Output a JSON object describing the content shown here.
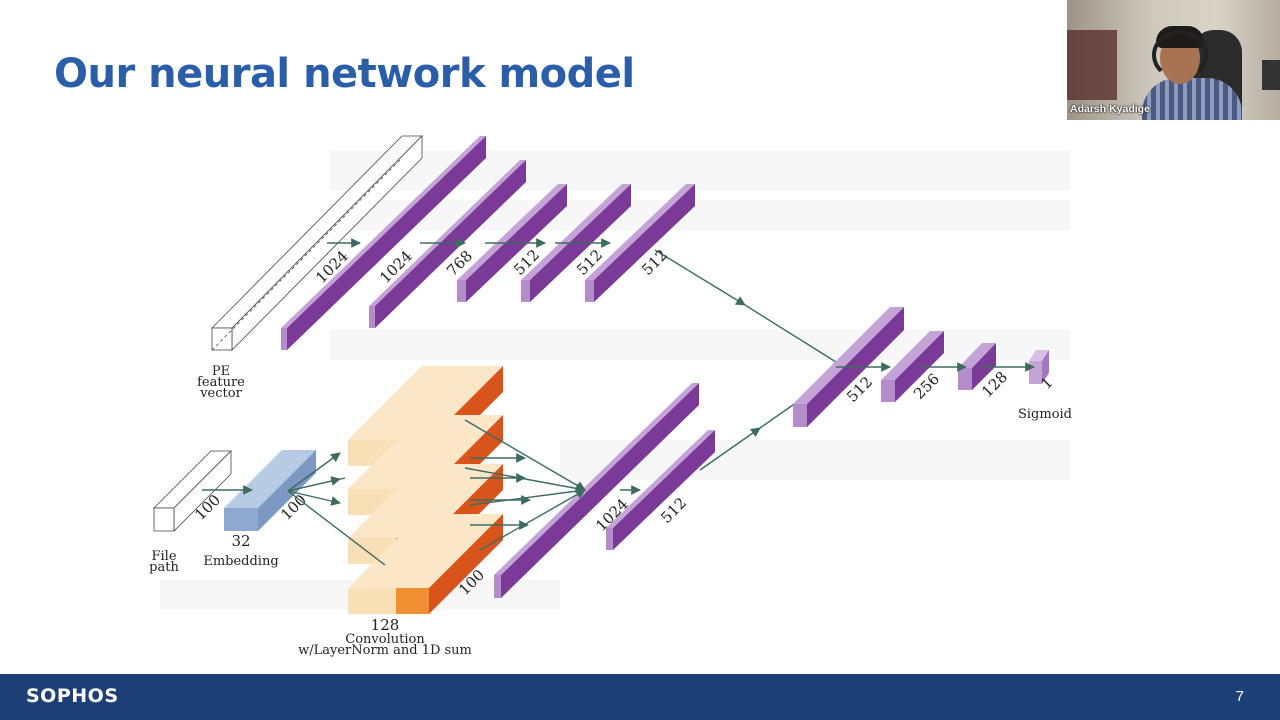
{
  "slide": {
    "title": "Our neural network model",
    "page_number": "7"
  },
  "footer": {
    "brand": "SOPHOS"
  },
  "presenter": {
    "name": "Adarsh Kyadige"
  },
  "diagram": {
    "labels": {
      "pe": [
        "PE",
        "feature",
        "vector"
      ],
      "file": [
        "File",
        "path"
      ],
      "embedding": "Embedding",
      "conv": [
        "Convolution",
        "w/LayerNorm and 1D sum"
      ],
      "sigmoid": "Sigmoid"
    },
    "pe_branch": [
      "1024",
      "1024",
      "768",
      "512",
      "512",
      "512"
    ],
    "path_branch": {
      "input": "100",
      "embedding_seq": "100",
      "embedding_dim": "32",
      "conv_channels": "128",
      "conv_len": "100",
      "dense": [
        "1024",
        "512"
      ]
    },
    "joint": [
      "512",
      "256",
      "128",
      "1"
    ]
  },
  "colors": {
    "title": "#2a5ea8",
    "footer": "#1d3f78",
    "dense": "#7b3a98",
    "embedding": "#8ea9cf",
    "conv_light": "#f9dfb6",
    "conv_dark": "#e0661f"
  }
}
